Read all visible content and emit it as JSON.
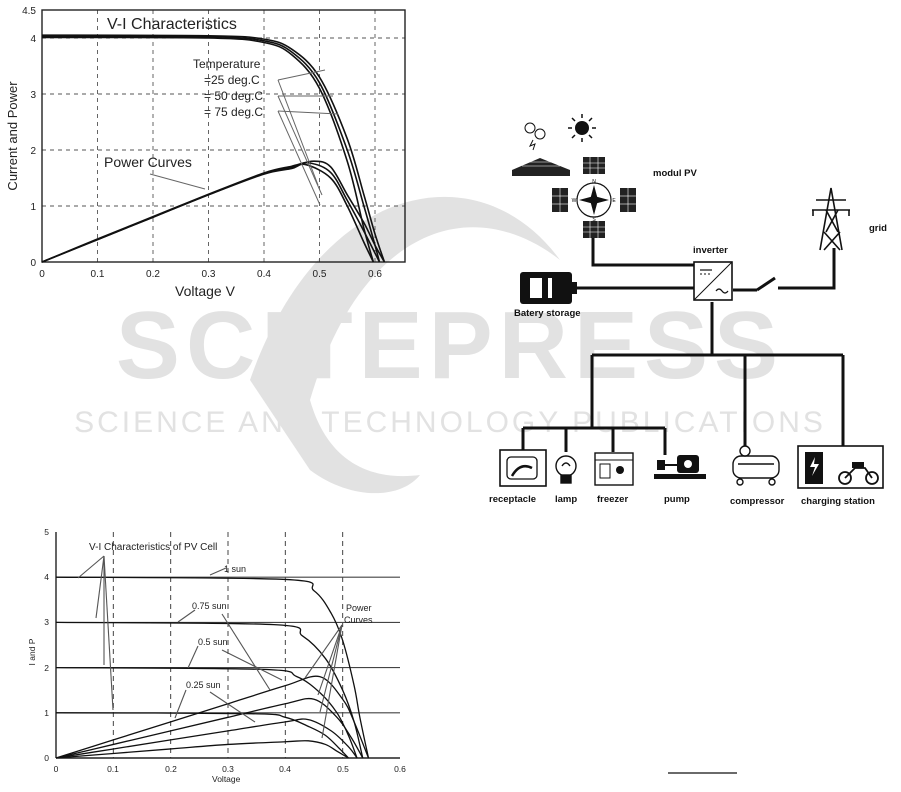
{
  "chart_data": [
    {
      "type": "line",
      "title": "V-I Characteristics",
      "xlabel": "Voltage  V",
      "ylabel": "Current  and Power",
      "xlim": [
        0,
        0.65
      ],
      "ylim": [
        0,
        4.5
      ],
      "xticks": [
        "0",
        "0.1",
        "0.2",
        "0.3",
        "0.4",
        "0.5",
        "0.6"
      ],
      "yticks": [
        "0",
        "1",
        "2",
        "3",
        "4",
        "4.5"
      ],
      "grid": true,
      "annotations": [
        "Temperature",
        "=25 deg.C",
        "= 50 deg.C",
        "= 75 deg.C",
        "Power Curves"
      ],
      "series": [
        {
          "group": "current",
          "x": [
            0,
            0.3,
            0.4,
            0.45,
            0.5,
            0.55,
            0.58,
            0.6,
            0.617
          ],
          "y": [
            4.05,
            4.04,
            3.98,
            3.8,
            3.3,
            2.2,
            1.2,
            0.5,
            0
          ]
        },
        {
          "group": "current",
          "x": [
            0,
            0.3,
            0.4,
            0.45,
            0.5,
            0.55,
            0.58,
            0.6,
            0.608
          ],
          "y": [
            4.03,
            4.02,
            3.95,
            3.75,
            3.2,
            2.0,
            1.0,
            0.3,
            0
          ]
        },
        {
          "group": "current",
          "x": [
            0,
            0.3,
            0.4,
            0.45,
            0.5,
            0.55,
            0.58,
            0.597
          ],
          "y": [
            4.01,
            4.0,
            3.92,
            3.7,
            3.1,
            1.8,
            0.6,
            0
          ]
        },
        {
          "group": "power",
          "x": [
            0,
            0.1,
            0.2,
            0.3,
            0.4,
            0.45,
            0.49,
            0.52,
            0.55,
            0.58,
            0.6,
            0.617
          ],
          "y": [
            0,
            0.41,
            0.81,
            1.21,
            1.59,
            1.71,
            1.8,
            1.7,
            1.2,
            0.7,
            0.3,
            0
          ]
        },
        {
          "group": "power",
          "x": [
            0,
            0.1,
            0.2,
            0.3,
            0.4,
            0.45,
            0.48,
            0.52,
            0.55,
            0.58,
            0.608
          ],
          "y": [
            0,
            0.4,
            0.8,
            1.2,
            1.58,
            1.69,
            1.77,
            1.6,
            1.1,
            0.55,
            0
          ]
        },
        {
          "group": "power",
          "x": [
            0,
            0.1,
            0.2,
            0.3,
            0.4,
            0.45,
            0.475,
            0.52,
            0.55,
            0.58,
            0.597
          ],
          "y": [
            0,
            0.4,
            0.8,
            1.2,
            1.57,
            1.67,
            1.74,
            1.5,
            1.0,
            0.35,
            0
          ]
        }
      ]
    },
    {
      "type": "line",
      "title": "V-I Characteristics of PV Cell",
      "xlabel": "Voltage",
      "ylabel": "I and P",
      "xlim": [
        0,
        0.6
      ],
      "ylim": [
        0,
        5
      ],
      "xticks": [
        "0",
        "0.1",
        "0.2",
        "0.3",
        "0.4",
        "0.5",
        "0.6"
      ],
      "yticks": [
        "0",
        "1",
        "2",
        "3",
        "4",
        "5"
      ],
      "grid": true,
      "annotations": [
        "1 sun",
        "0.75 sun",
        "0.5 sun",
        "0.25 sun",
        "Power",
        "Curves"
      ],
      "series": [
        {
          "name": "1 sun",
          "group": "current",
          "x": [
            0,
            0.4,
            0.45,
            0.48,
            0.5,
            0.52,
            0.53,
            0.545
          ],
          "y": [
            4,
            3.95,
            3.7,
            3.2,
            2.6,
            1.6,
            0.9,
            0
          ]
        },
        {
          "name": "0.75 sun",
          "group": "current",
          "x": [
            0,
            0.38,
            0.43,
            0.47,
            0.5,
            0.52,
            0.535
          ],
          "y": [
            3,
            2.95,
            2.7,
            2.2,
            1.5,
            0.8,
            0
          ]
        },
        {
          "name": "0.5 sun",
          "group": "current",
          "x": [
            0,
            0.36,
            0.42,
            0.46,
            0.49,
            0.51,
            0.525
          ],
          "y": [
            2,
            1.96,
            1.8,
            1.45,
            1.0,
            0.5,
            0
          ]
        },
        {
          "name": "0.25 sun",
          "group": "current",
          "x": [
            0,
            0.34,
            0.4,
            0.44,
            0.47,
            0.495,
            0.51
          ],
          "y": [
            1,
            0.98,
            0.9,
            0.7,
            0.5,
            0.2,
            0
          ]
        },
        {
          "name": "1 sun",
          "group": "power",
          "x": [
            0,
            0.1,
            0.2,
            0.3,
            0.4,
            0.46,
            0.5,
            0.52,
            0.545
          ],
          "y": [
            0,
            0.4,
            0.8,
            1.2,
            1.6,
            1.8,
            1.3,
            0.8,
            0
          ]
        },
        {
          "name": "0.75 sun",
          "group": "power",
          "x": [
            0,
            0.1,
            0.2,
            0.3,
            0.4,
            0.45,
            0.49,
            0.515,
            0.535
          ],
          "y": [
            0,
            0.3,
            0.6,
            0.9,
            1.2,
            1.3,
            0.9,
            0.45,
            0
          ]
        },
        {
          "name": "0.5 sun",
          "group": "power",
          "x": [
            0,
            0.1,
            0.2,
            0.3,
            0.4,
            0.44,
            0.48,
            0.51,
            0.525
          ],
          "y": [
            0,
            0.2,
            0.4,
            0.6,
            0.8,
            0.85,
            0.6,
            0.25,
            0
          ]
        },
        {
          "name": "0.25 sun",
          "group": "power",
          "x": [
            0,
            0.1,
            0.2,
            0.3,
            0.4,
            0.44,
            0.47,
            0.49,
            0.51
          ],
          "y": [
            0,
            0.1,
            0.2,
            0.3,
            0.36,
            0.38,
            0.3,
            0.15,
            0
          ]
        }
      ]
    }
  ],
  "diagram": {
    "labels": {
      "modul_pv": "modul PV",
      "grid": "grid",
      "inverter": "inverter",
      "battery": "Batery storage",
      "receptacle": "receptacle",
      "lamp": "lamp",
      "freezer": "freezer",
      "pump": "pump",
      "compressor": "compressor",
      "charging": "charging station"
    },
    "compass": [
      "N",
      "W",
      "E",
      "S"
    ]
  },
  "watermark": {
    "main": "SCITEPRESS",
    "sub": "SCIENCE AND TECHNOLOGY PUBLICATIONS"
  }
}
